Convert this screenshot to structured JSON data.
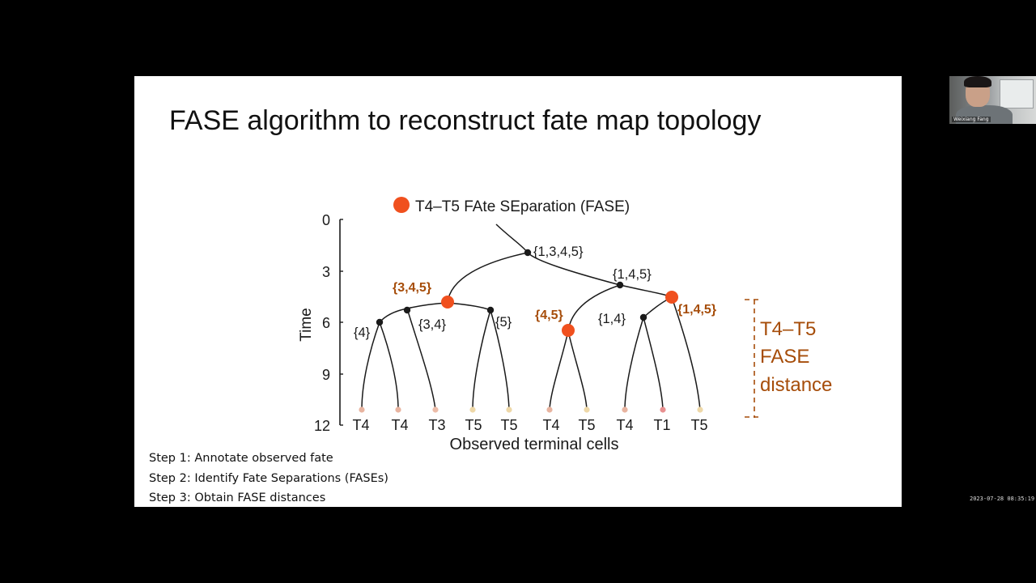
{
  "slide": {
    "title": "FASE algorithm to reconstruct fate map topology",
    "steps": [
      "Step 1: Annotate observed fate",
      "Step 2: Identify Fate Separations (FASEs)",
      "Step 3: Obtain FASE distances"
    ]
  },
  "diagram": {
    "legend_text": "T4–T5 FAte SEparation (FASE)",
    "y_axis_label": "Time",
    "x_axis_label": "Observed terminal cells",
    "y_ticks": [
      "0",
      "3",
      "6",
      "9",
      "12"
    ],
    "node_labels": {
      "root": "{1,3,4,5}",
      "right_internal": "{1,4,5}",
      "fase_left": "{3,4,5}",
      "fase_mid": "{4,5}",
      "fase_right": "{1,4,5}",
      "leaf_4": "{4}",
      "pair_34": "{3,4}",
      "leaf_5": "{5}",
      "pair_14": "{1,4}"
    },
    "terminal_cells": [
      "T4",
      "T4",
      "T3",
      "T5",
      "T5",
      "T4",
      "T5",
      "T4",
      "T1",
      "T5"
    ],
    "fase_distance_label": [
      "T4–T5",
      "FASE",
      "distance"
    ],
    "colors": {
      "fase": "#f0501e",
      "fase_label": "#a64d0a",
      "node": "#1a1a1a",
      "T4": "#e8b4a0",
      "T3": "#ecbca8",
      "T5": "#eed8a8",
      "T1": "#e89090"
    }
  },
  "webcam": {
    "participant_name": "Weixiang Fang"
  },
  "timestamp": "2023-07-28 08:35:19"
}
